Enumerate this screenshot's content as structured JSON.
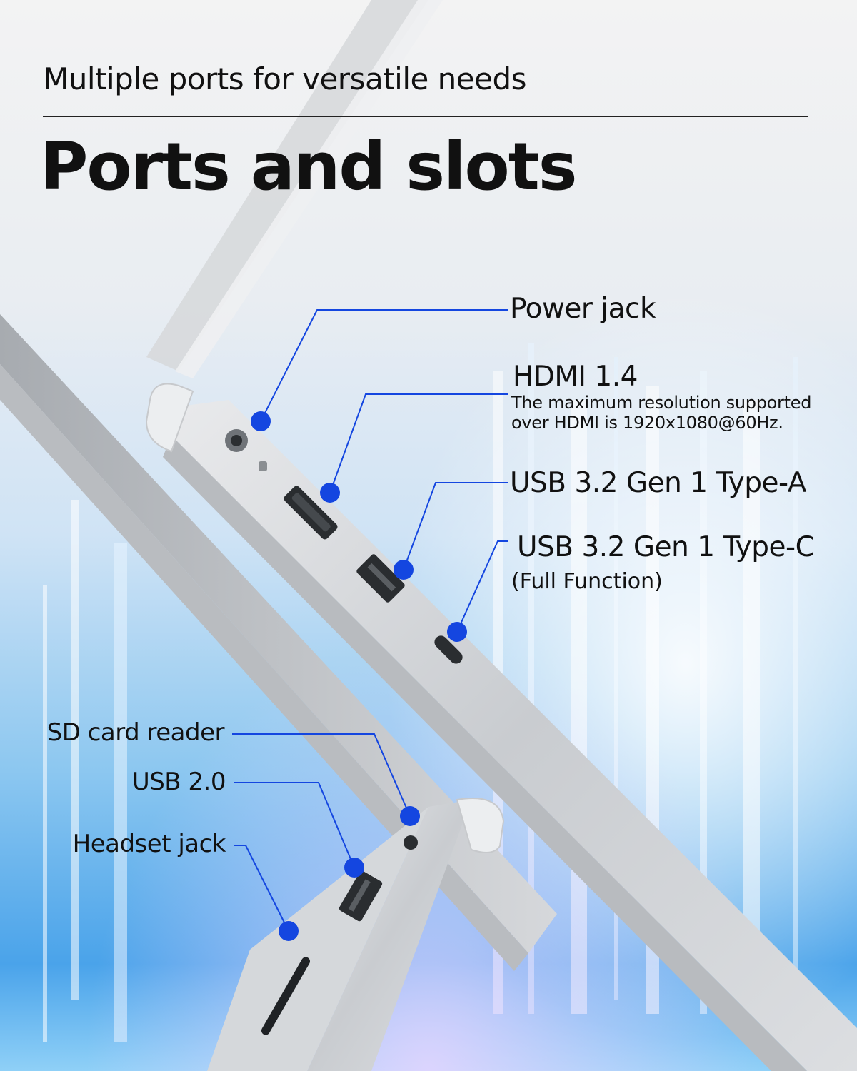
{
  "subtitle": "Multiple ports for versatile needs",
  "title": "Ports and slots",
  "accent_color": "#1446e0",
  "ports_right": [
    {
      "label": "Power jack"
    },
    {
      "label": "HDMI 1.4",
      "note_line1": "The maximum resolution supported",
      "note_line2": "over HDMI is 1920x1080@60Hz."
    },
    {
      "label": "USB 3.2 Gen 1 Type-A"
    },
    {
      "label": "USB 3.2 Gen 1 Type-C",
      "note": "(Full Function)"
    }
  ],
  "ports_left": [
    {
      "label": "SD card reader"
    },
    {
      "label": "USB 2.0"
    },
    {
      "label": "Headset jack"
    }
  ]
}
